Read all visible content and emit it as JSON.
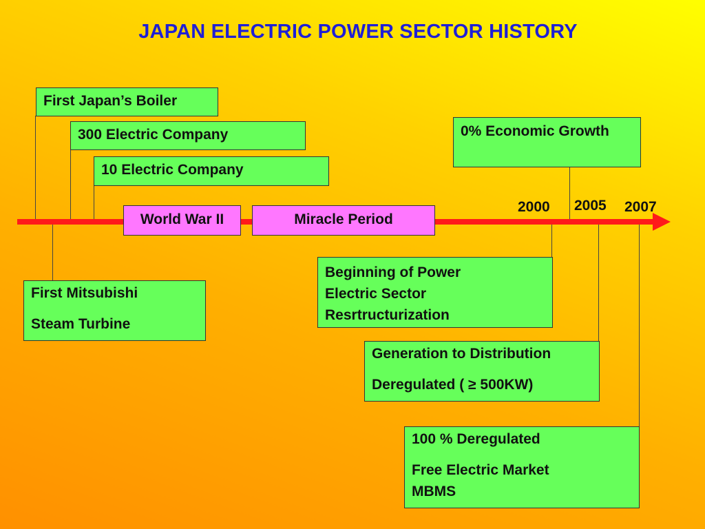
{
  "title": "JAPAN ELECTRIC POWER SECTOR HISTORY",
  "timeline": {
    "eras": {
      "war": "World War II",
      "miracle": "Miracle Period"
    },
    "years": {
      "y2000": "2000",
      "y2005": "2005",
      "y2007": "2007"
    }
  },
  "events": {
    "boiler": "First Japan’s Boiler",
    "company300": "300 Electric Company",
    "company10": "10 Electric Company",
    "mitsubishi": [
      "First Mitsubishi",
      "Steam Turbine"
    ],
    "growth": "0% Economic Growth",
    "restructuring": [
      "Beginning of Power",
      "Electric Sector",
      "Resrtructurization"
    ],
    "deregulated500": [
      "Generation to Distribution",
      "Deregulated ( ≥ 500KW)"
    ],
    "deregulated100": [
      "100 % Deregulated",
      "Free Electric Market",
      "MBMS"
    ]
  },
  "colors": {
    "title": "#1f1fd6",
    "event_box": "#66ff5a",
    "era_box": "#ff77ff",
    "timeline_arrow": "#ff1a1a"
  }
}
